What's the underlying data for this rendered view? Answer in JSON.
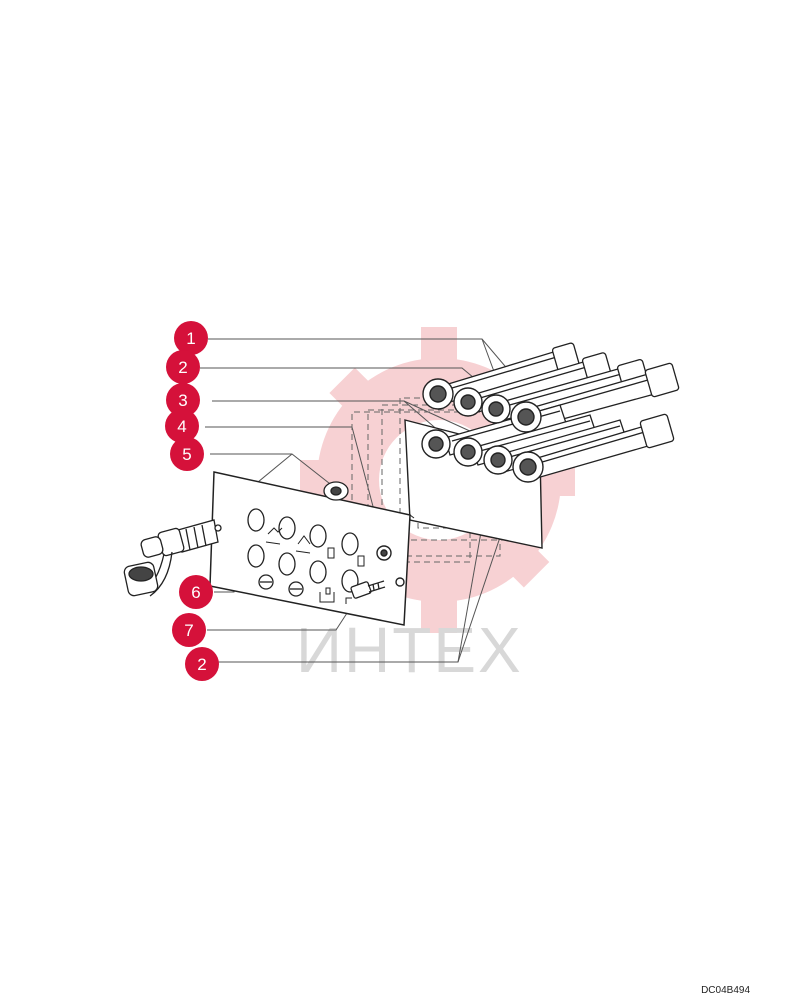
{
  "watermark": {
    "text": "ИНТЕХ",
    "gear_color": "#f6c9cc"
  },
  "callout_color": "#d5113a",
  "callouts": [
    {
      "label": "1"
    },
    {
      "label": "2"
    },
    {
      "label": "3"
    },
    {
      "label": "4"
    },
    {
      "label": "5"
    },
    {
      "label": "6"
    },
    {
      "label": "7"
    },
    {
      "label": "2"
    }
  ],
  "drawing_code": "DC04B494"
}
